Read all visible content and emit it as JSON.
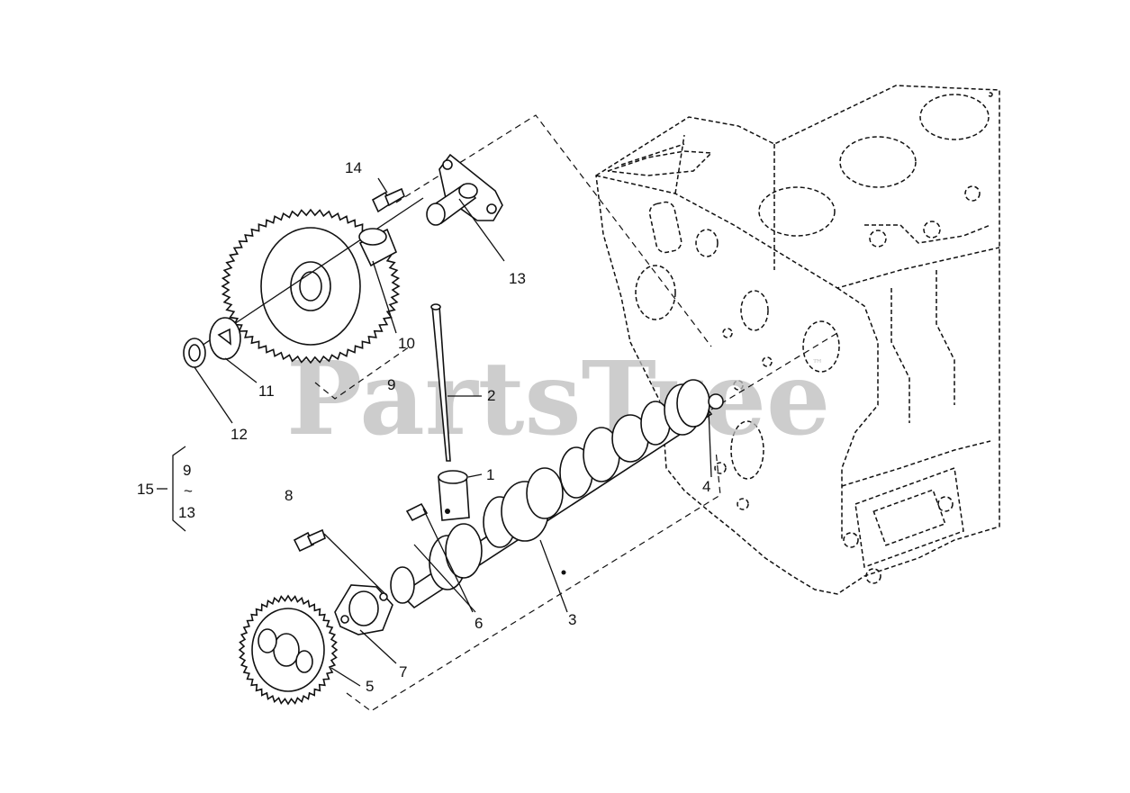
{
  "watermark": {
    "brand": "PartsTree",
    "trademark": "™"
  },
  "callouts": {
    "c1": "1",
    "c2": "2",
    "c3": "3",
    "c4": "4",
    "c5": "5",
    "c6": "6",
    "c7": "7",
    "c8": "8",
    "c9": "9",
    "c10": "10",
    "c11": "11",
    "c12": "12",
    "c13": "13",
    "c14": "14"
  },
  "kit": {
    "number": "15",
    "range_start": "9",
    "range_sep": "~",
    "range_end": "13"
  }
}
